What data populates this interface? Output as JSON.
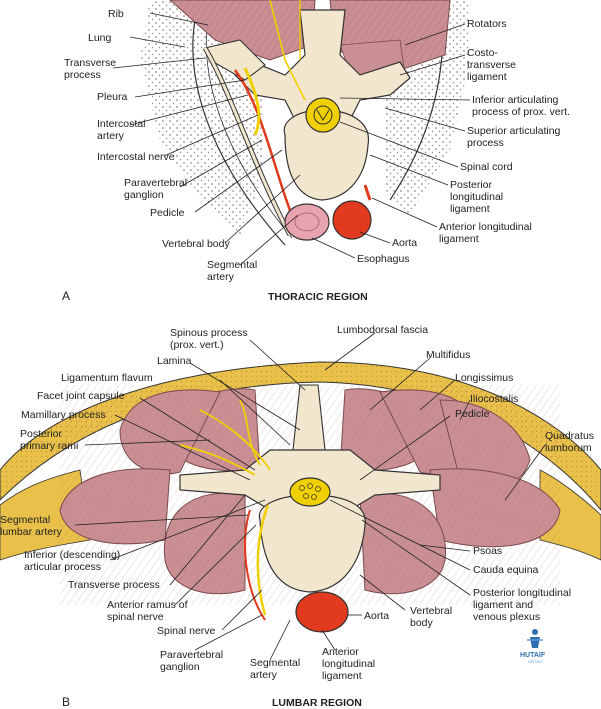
{
  "panels": [
    {
      "letter": "A",
      "title": "THORACIC REGION",
      "labels": [
        [
          "Rib"
        ],
        [
          "Lung"
        ],
        [
          "Transverse",
          "process"
        ],
        [
          "Pleura"
        ],
        [
          "Intercostal",
          "artery"
        ],
        [
          "Intercostal nerve"
        ],
        [
          "Paravertebral",
          "ganglion"
        ],
        [
          "Pedicle"
        ],
        [
          "Vertebral body"
        ],
        [
          "Segmental",
          "artery"
        ],
        [
          "Esophagus"
        ],
        [
          "Aorta"
        ],
        [
          "Anterior longitudinal",
          "ligament"
        ],
        [
          "Posterior",
          "longitudinal",
          "ligament"
        ],
        [
          "Spinal cord"
        ],
        [
          "Superior articulating",
          "process"
        ],
        [
          "Inferior articulating",
          "process of prox. vert."
        ],
        [
          "Costo-",
          "transverse",
          "ligament"
        ],
        [
          "Rotators"
        ]
      ]
    },
    {
      "letter": "B",
      "title": "LUMBAR REGION",
      "labels": [
        [
          "Spinous process",
          "(prox. vert.)"
        ],
        [
          "Lumbodorsal fascia"
        ],
        [
          "Lamina"
        ],
        [
          "Multifidus"
        ],
        [
          "Ligamentum flavum"
        ],
        [
          "Longissimus"
        ],
        [
          "Facet joint capsule"
        ],
        [
          "Iliocostalis"
        ],
        [
          "Mamillary process"
        ],
        [
          "Pedicle"
        ],
        [
          "Posterior",
          "primary rami"
        ],
        [
          "Quadratus",
          "lumborum"
        ],
        [
          "Segmental",
          "lumbar artery"
        ],
        [
          "Inferior (descending)",
          "articular process"
        ],
        [
          "Psoas"
        ],
        [
          "Transverse process"
        ],
        [
          "Cauda equina"
        ],
        [
          "Anterior ramus of",
          "spinal nerve"
        ],
        [
          "Posterior longitudinal",
          "ligament and",
          "venous plexus"
        ],
        [
          "Spinal nerve"
        ],
        [
          "Aorta"
        ],
        [
          "Vertebral",
          "body"
        ],
        [
          "Paravertebral",
          "ganglion"
        ],
        [
          "Segmental",
          "artery"
        ],
        [
          "Anterior",
          "longitudinal",
          "ligament"
        ]
      ]
    }
  ],
  "logo": {
    "name": "HUTAIF",
    "sub": "ORTHO"
  },
  "colors": {
    "muscle": "#c98f92",
    "muscle_line": "#a8686c",
    "bone": "#f2e6cf",
    "bone_line": "#333333",
    "nerve": "#f0d000",
    "aorta": "#e23a1e",
    "esophagus": "#e7a3b0",
    "fat": "#e8c04a",
    "lung_dots": "#9a8a85"
  }
}
